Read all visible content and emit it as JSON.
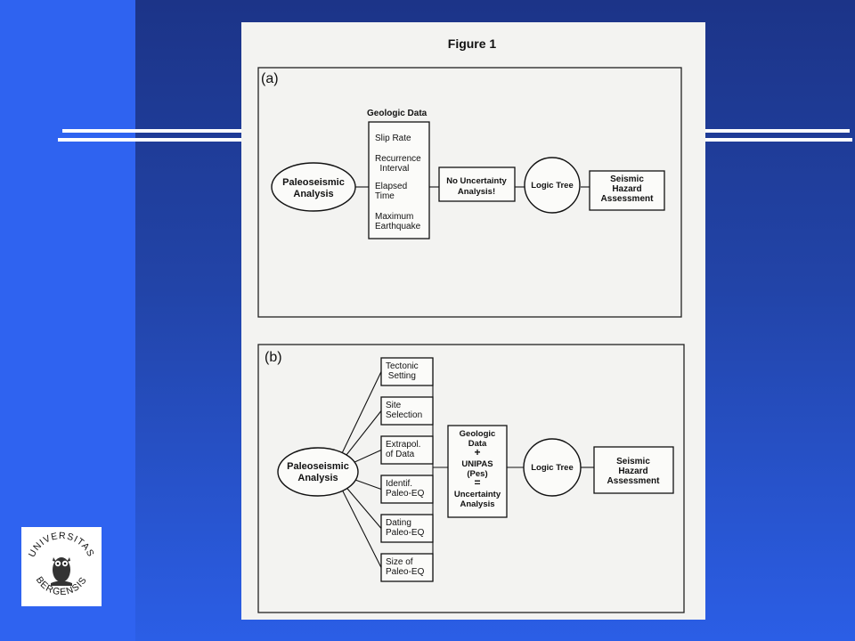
{
  "figure_title": "Figure 1",
  "panel_a": {
    "label": "(a)",
    "geologic_data_title": "Geologic Data",
    "geologic_items": [
      [
        "Slip Rate"
      ],
      [
        "Recurrence",
        "  Interval"
      ],
      [
        "Elapsed",
        "Time"
      ],
      [
        "Maximum",
        "Earthquake"
      ]
    ],
    "paleoseismic": [
      "Paleoseismic",
      "Analysis"
    ],
    "no_uncertainty": [
      "No Uncertainty",
      "Analysis!"
    ],
    "logic_tree": "Logic Tree",
    "seismic_hazard": [
      "Seismic",
      "Hazard",
      "Assessment"
    ]
  },
  "panel_b": {
    "label": "(b)",
    "paleoseismic": [
      "Paleoseismic",
      "Analysis"
    ],
    "branches": [
      [
        "Tectonic",
        " Setting"
      ],
      [
        "Site",
        "Selection"
      ],
      [
        "Extrapol.",
        "of Data"
      ],
      [
        "Identif.",
        "Paleo-EQ"
      ],
      [
        "Dating",
        "Paleo-EQ"
      ],
      [
        "Size of",
        "Paleo-EQ"
      ]
    ],
    "unipas_box": [
      "Geologic",
      "Data",
      "+",
      "UNIPAS",
      "(Pes)",
      "=",
      "Uncertainty",
      "Analysis"
    ],
    "logic_tree": "Logic Tree",
    "seismic_hazard": [
      "Seismic",
      "Hazard",
      "Assessment"
    ]
  },
  "logo": {
    "text_top": "UNIVERSITAS",
    "text_bottom": "BERGENSIS"
  }
}
